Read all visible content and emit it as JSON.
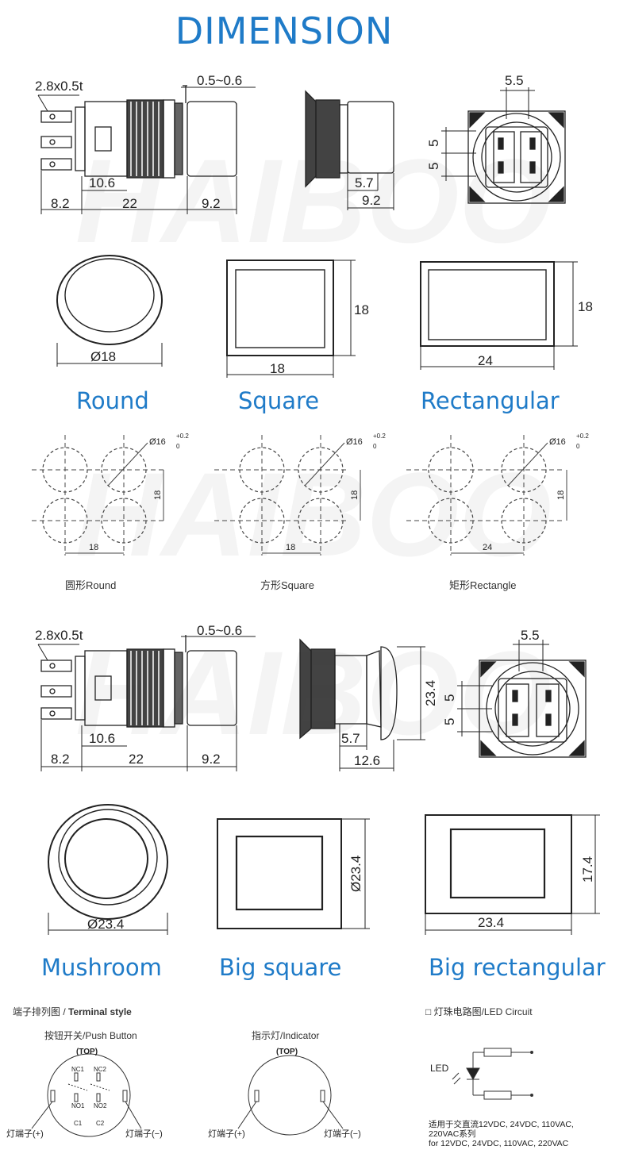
{
  "title": "DIMENSION",
  "watermark": "HAIBOO",
  "top_drawings": {
    "terminal": "2.8x0.5t",
    "panel": "0.5~0.6",
    "d_10_6": "10.6",
    "d_8_2": "8.2",
    "d_22": "22",
    "d_9_2": "9.2",
    "d_5_7": "5.7",
    "d_9_2b": "9.2",
    "d_5_5": "5.5",
    "d_5a": "5",
    "d_5b": "5"
  },
  "shapes_row": {
    "round_dim": "Ø18",
    "square_w": "18",
    "square_h": "18",
    "rect_w": "24",
    "rect_h": "18"
  },
  "captions_1": {
    "round": "Round",
    "square": "Square",
    "rect": "Rectangular"
  },
  "cutouts": {
    "hole": "Ø16",
    "tol_upper": "+0.2",
    "tol_lower": "0",
    "v_spacing": "18",
    "round_h": "18",
    "square_h": "18",
    "rect_h": "24",
    "label_round": "圆形Round",
    "label_square": "方形Square",
    "label_rect": "矩形Rectangle"
  },
  "bottom_drawings": {
    "terminal": "2.8x0.5t",
    "panel": "0.5~0.6",
    "d_10_6": "10.6",
    "d_8_2": "8.2",
    "d_22": "22",
    "d_9_2": "9.2",
    "d_5_7": "5.7",
    "d_12_6": "12.6",
    "d_23_4": "23.4",
    "d_5_5": "5.5",
    "d_5a": "5",
    "d_5b": "5"
  },
  "shapes_row_2": {
    "mushroom_dim": "Ø23.4",
    "bigsq_dim": "Ø23.4",
    "bigrect_w": "23.4",
    "bigrect_h": "17.4"
  },
  "captions_2": {
    "mushroom": "Mushroom",
    "bigsq": "Big square",
    "bigrect": "Big rectangular"
  },
  "terminal_section": {
    "heading_cn": "端子排列图 / ",
    "heading_en": "Terminal style",
    "push_button": "按钮开关/Push Button",
    "indicator": "指示灯/Indicator",
    "top": "(TOP)",
    "top2": "(TOP)",
    "nc1": "NC1",
    "nc2": "NC2",
    "no1": "NO1",
    "no2": "NO2",
    "c1": "C1",
    "c2": "C2",
    "lamp_plus": "灯端子(+)",
    "lamp_minus": "灯端子(−)",
    "lamp_plus2": "灯端子(+)",
    "lamp_minus2": "灯端子(−)"
  },
  "led_section": {
    "box": "□",
    "heading": "灯珠电路图/LED Circuit",
    "led": "LED",
    "note_cn": "适用于交直流12VDC, 24VDC, 110VAC,",
    "note_cn2": "220VAC系列",
    "note_en": "for 12VDC, 24VDC, 110VAC, 220VAC"
  },
  "colors": {
    "accent": "#1f7bc8",
    "line": "#222222"
  }
}
